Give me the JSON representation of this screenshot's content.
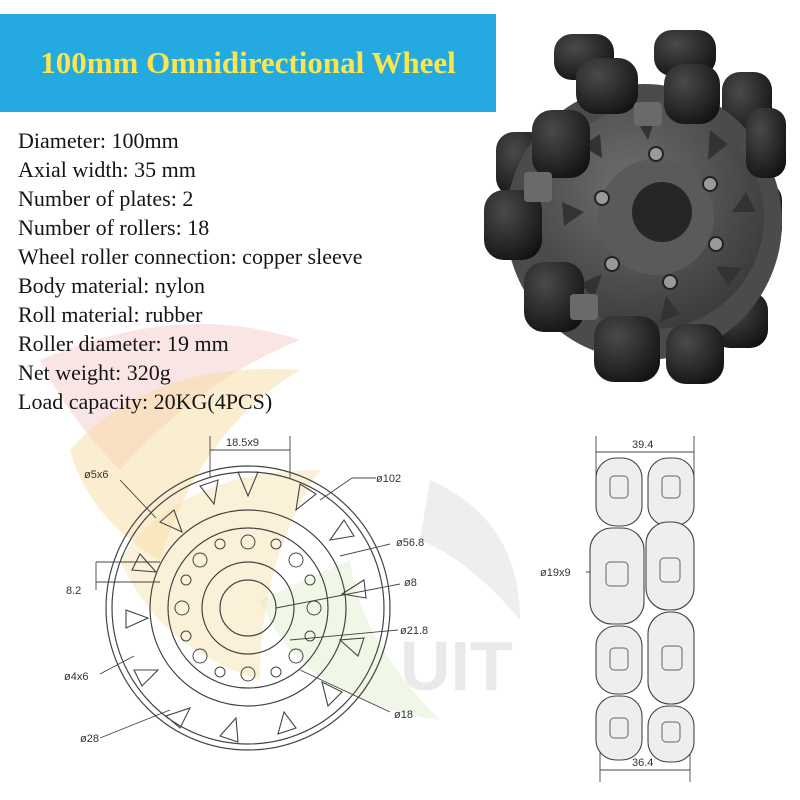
{
  "title": "100mm Omnidirectional Wheel",
  "specs": [
    "Diameter: 100mm",
    "Axial width: 35 mm",
    "Number of plates: 2",
    "Number of rollers: 18",
    "Wheel roller connection: copper sleeve",
    "Body material: nylon",
    "Roll material: rubber",
    "Roller diameter: 19 mm",
    "Net weight: 320g",
    "Load capacity: 20KG(4PCS)"
  ],
  "watermark_text": "UIT",
  "front_view": {
    "dim_top": "18.5x9",
    "dim_5x6": "ø5x6",
    "dim_102": "ø102",
    "dim_56_8": "ø56.8",
    "dim_8_2": "8.2",
    "dim_8": "ø8",
    "dim_21_8": "ø21.8",
    "dim_4x6": "ø4x6",
    "dim_18": "ø18",
    "dim_28": "ø28"
  },
  "side_view": {
    "dim_top": "39.4",
    "dim_roller": "ø19x9",
    "dim_bottom": "36.4"
  },
  "colors": {
    "banner": "#24a9e1",
    "title": "#fde64b"
  }
}
